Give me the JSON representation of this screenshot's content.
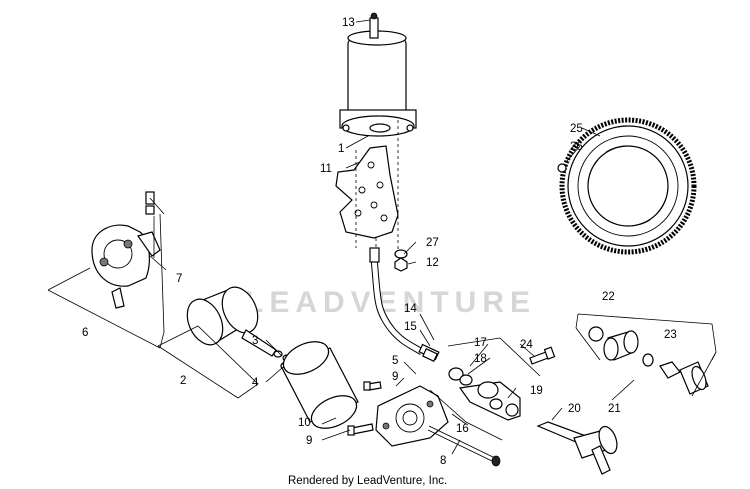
{
  "watermark": "LEADVENTURE",
  "credit": "Rendered by LeadVenture, Inc.",
  "callouts": {
    "c1": "1",
    "c2": "2",
    "c3": "3",
    "c4": "4",
    "c5": "5",
    "c6": "6",
    "c7": "7",
    "c8": "8",
    "c9a": "9",
    "c9b": "9",
    "c10": "10",
    "c11": "11",
    "c12": "12",
    "c13": "13",
    "c14": "14",
    "c15": "15",
    "c16": "16",
    "c17": "17",
    "c18": "18",
    "c19": "19",
    "c20": "20",
    "c21": "21",
    "c22": "22",
    "c23": "23",
    "c24": "24",
    "c25": "25",
    "c26": "26",
    "c27": "27"
  }
}
